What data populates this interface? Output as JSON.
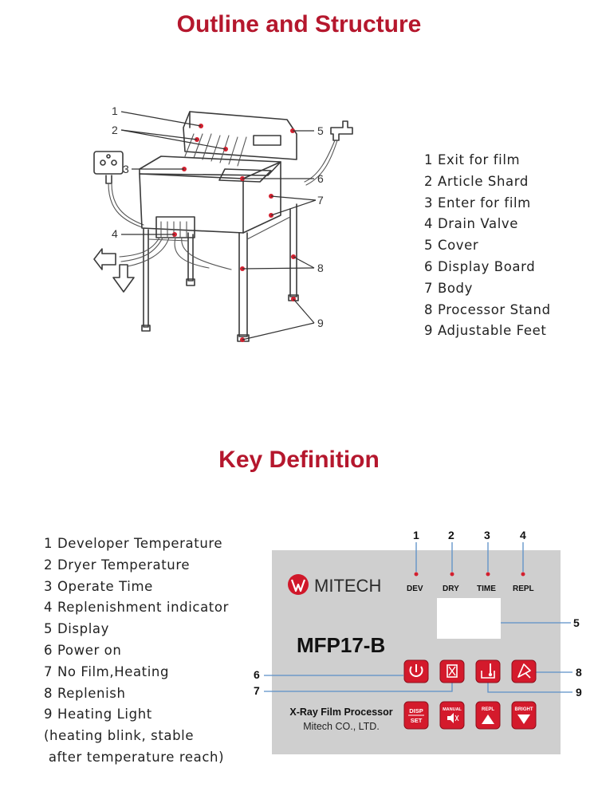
{
  "structure": {
    "heading": "Outline and Structure",
    "callout_numbers": [
      "1",
      "2",
      "3",
      "4",
      "5",
      "6",
      "7",
      "8",
      "9"
    ],
    "legend": [
      "1  Exit for film",
      "2 Article Shard",
      "3 Enter for film",
      "4 Drain Valve",
      "5 Cover",
      "6 Display Board",
      "7 Body",
      "8 Processor Stand",
      "9 Adjustable Feet"
    ]
  },
  "keys": {
    "heading": "Key  Definition",
    "legend": [
      "1 Developer Temperature",
      "2 Dryer Temperature",
      "3 Operate Time",
      "4 Replenishment indicator",
      "5 Display",
      "6 Power on",
      "7 No Film,Heating",
      "8 Replenish",
      "9 Heating Light",
      "(heating blink, stable",
      " after temperature reach)"
    ],
    "panel": {
      "brand": "MITECH",
      "model": "MFP17-B",
      "product": "X-Ray Film Processor",
      "company": "Mitech CO., LTD.",
      "indicators": [
        "DEV",
        "DRY",
        "TIME",
        "REPL"
      ],
      "top_numbers": [
        "1",
        "2",
        "3",
        "4"
      ],
      "side_numbers": [
        "5",
        "6",
        "7",
        "8",
        "9"
      ],
      "button_labels": {
        "disp_top": "DISP",
        "disp_bottom": "SET",
        "manual": "MANUAL",
        "repl": "REPL",
        "bright": "BRIGHT"
      },
      "colors": {
        "accent": "#d0182a",
        "panel_bg": "#cfcfcf",
        "title_red": "#b5172d",
        "callout_blue": "#5b8fc7"
      }
    },
    "icons": [
      "power-icon",
      "no-film-icon",
      "heating-icon",
      "replenish-icon",
      "volume-icon",
      "up-arrow-icon",
      "down-arrow-icon"
    ]
  }
}
